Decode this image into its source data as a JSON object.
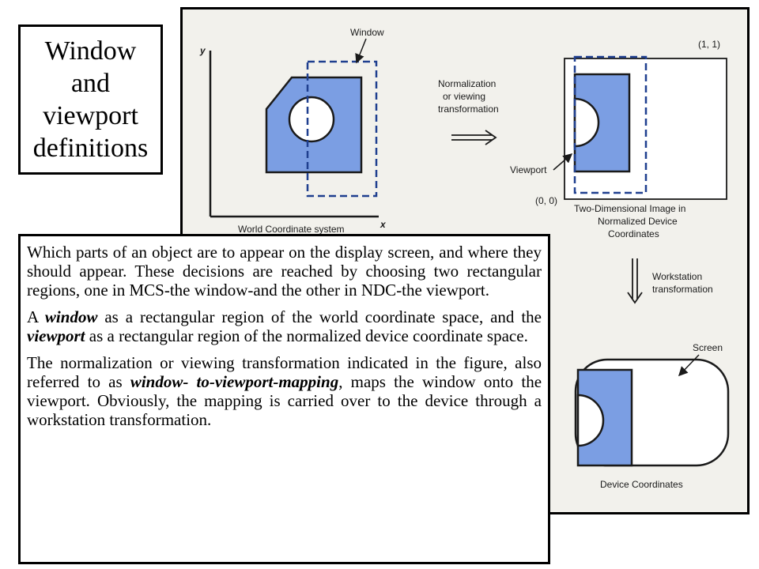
{
  "title": {
    "lines": [
      "Window",
      "and",
      "viewport",
      "definitions"
    ]
  },
  "figure": {
    "window_label": "Window",
    "y_axis_label": "y",
    "x_axis_label": "x",
    "world_label": "World Coordinate system",
    "norm_line1": "Normalization",
    "norm_line2": "or viewing",
    "norm_line3": "transformation",
    "corner_top": "(1, 1)",
    "corner_bottom": "(0, 0)",
    "viewport_label": "Viewport",
    "ndc_line1": "Two-Dimensional Image in",
    "ndc_line2": "Normalized Device",
    "ndc_line3": "Coordinates",
    "workstation_line1": "Workstation",
    "workstation_line2": "transformation",
    "screen_label": "Screen",
    "device_label": "Device Coordinates"
  },
  "body": {
    "p1": "Which parts of an object are to appear on the display screen, and where they should appear. These decisions are reached by choosing two rectangular regions, one in MCS-the window-and the other in NDC-the viewport.",
    "p2_a": "A ",
    "p2_kw1": "window",
    "p2_b": " as a rectangular region of the world coordinate space, and the ",
    "p2_kw2": "viewport",
    "p2_c": " as a rectangular region of the normalized device coordinate space.",
    "p3_a": "The normalization or viewing transformation indicated in the figure, also referred to as ",
    "p3_kw": "window- to-viewport-mapping",
    "p3_b": ", maps the window onto the viewport. Obviously, the mapping is carried over to the device through a workstation transformation."
  },
  "colors": {
    "shape_fill": "#7b9ee3",
    "dash_blue": "#1f3f8f",
    "panel_bg": "#f2f1ec"
  }
}
